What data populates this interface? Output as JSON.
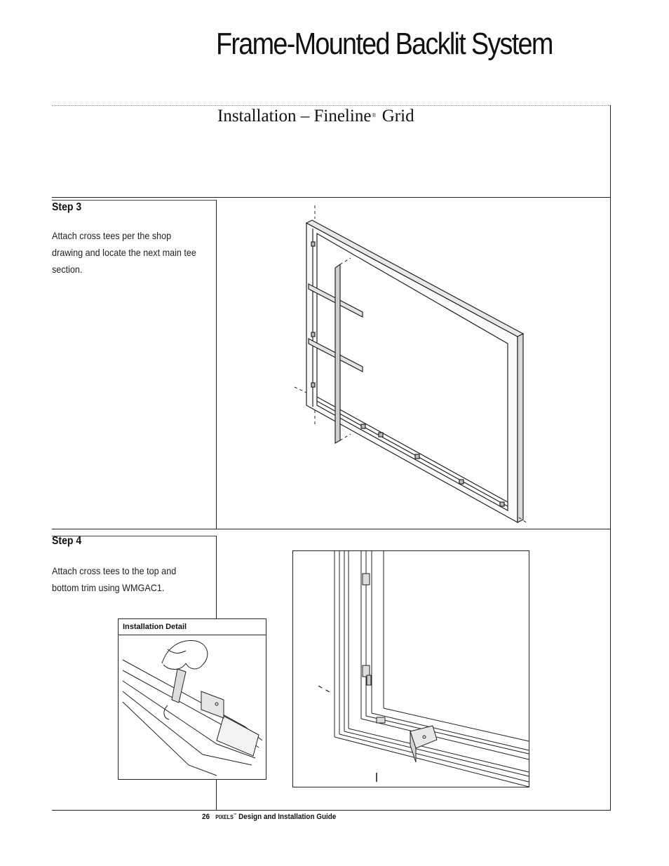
{
  "header": {
    "title": "Frame-Mounted Backlit System",
    "section_prefix": "Installation – Fineline",
    "section_reg": "®",
    "section_suffix": " Grid"
  },
  "steps": [
    {
      "heading": "Step 3",
      "text": "Attach cross tees per the shop drawing and locate the next main tee section."
    },
    {
      "heading": "Step 4",
      "text": "Attach cross tees to the top and bottom trim using WMGAC1."
    }
  ],
  "detail": {
    "label": "Installation Detail"
  },
  "footer": {
    "page_number": "26",
    "brand": "Pixels",
    "brand_tm": "™",
    "guide_title": "Design and Installation Guide"
  }
}
